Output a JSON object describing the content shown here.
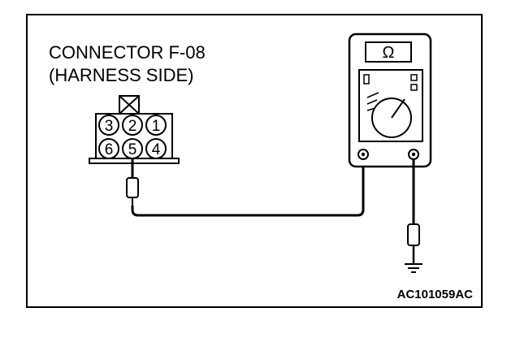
{
  "connector": {
    "title_line1": "CONNECTOR F-08",
    "title_line2": "(HARNESS SIDE)",
    "pins_top": [
      "3",
      "2",
      "1"
    ],
    "pins_bottom": [
      "6",
      "5",
      "4"
    ],
    "probed_pin": "5"
  },
  "meter": {
    "display_symbol": "Ω"
  },
  "figure_code": "AC101059AC"
}
